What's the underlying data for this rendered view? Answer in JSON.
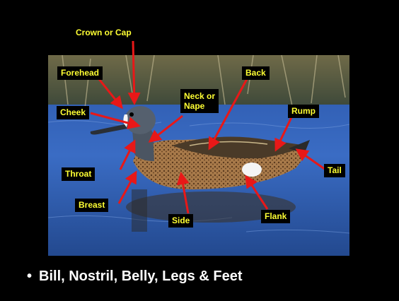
{
  "labels": {
    "crown": "Crown or Cap",
    "forehead": "Forehead",
    "back": "Back",
    "neck": "Neck or\nNape",
    "cheek": "Cheek",
    "rump": "Rump",
    "tail": "Tail",
    "throat": "Throat",
    "breast": "Breast",
    "side": "Side",
    "flank": "Flank"
  },
  "bullet": {
    "marker": "•",
    "text": "Bill, Nostril, Belly, Legs & Feet"
  },
  "colors": {
    "label_text": "#ffff33",
    "arrow": "#e81818",
    "water": "#2f5fb5"
  }
}
